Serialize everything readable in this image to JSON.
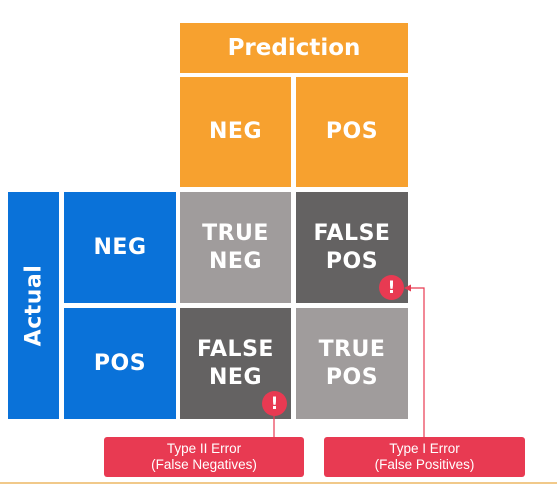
{
  "colors": {
    "orange": "#f7a12f",
    "blue": "#0a72d9",
    "lightgray": "#a09c9c",
    "darkgray": "#646262",
    "red": "#e83a52"
  },
  "matrix": {
    "prediction_header": "Prediction",
    "actual_header": "Actual",
    "pred_neg": "NEG",
    "pred_pos": "POS",
    "actual_neg": "NEG",
    "actual_pos": "POS",
    "tn": {
      "line1": "TRUE",
      "line2": "NEG"
    },
    "fp": {
      "line1": "FALSE",
      "line2": "POS"
    },
    "fn": {
      "line1": "FALSE",
      "line2": "NEG"
    },
    "tp": {
      "line1": "TRUE",
      "line2": "POS"
    }
  },
  "alerts": {
    "icon_glyph": "!"
  },
  "errors": {
    "type2": {
      "line1": "Type II Error",
      "line2": "(False Negatives)"
    },
    "type1": {
      "line1": "Type I Error",
      "line2": "(False Positives)"
    }
  }
}
